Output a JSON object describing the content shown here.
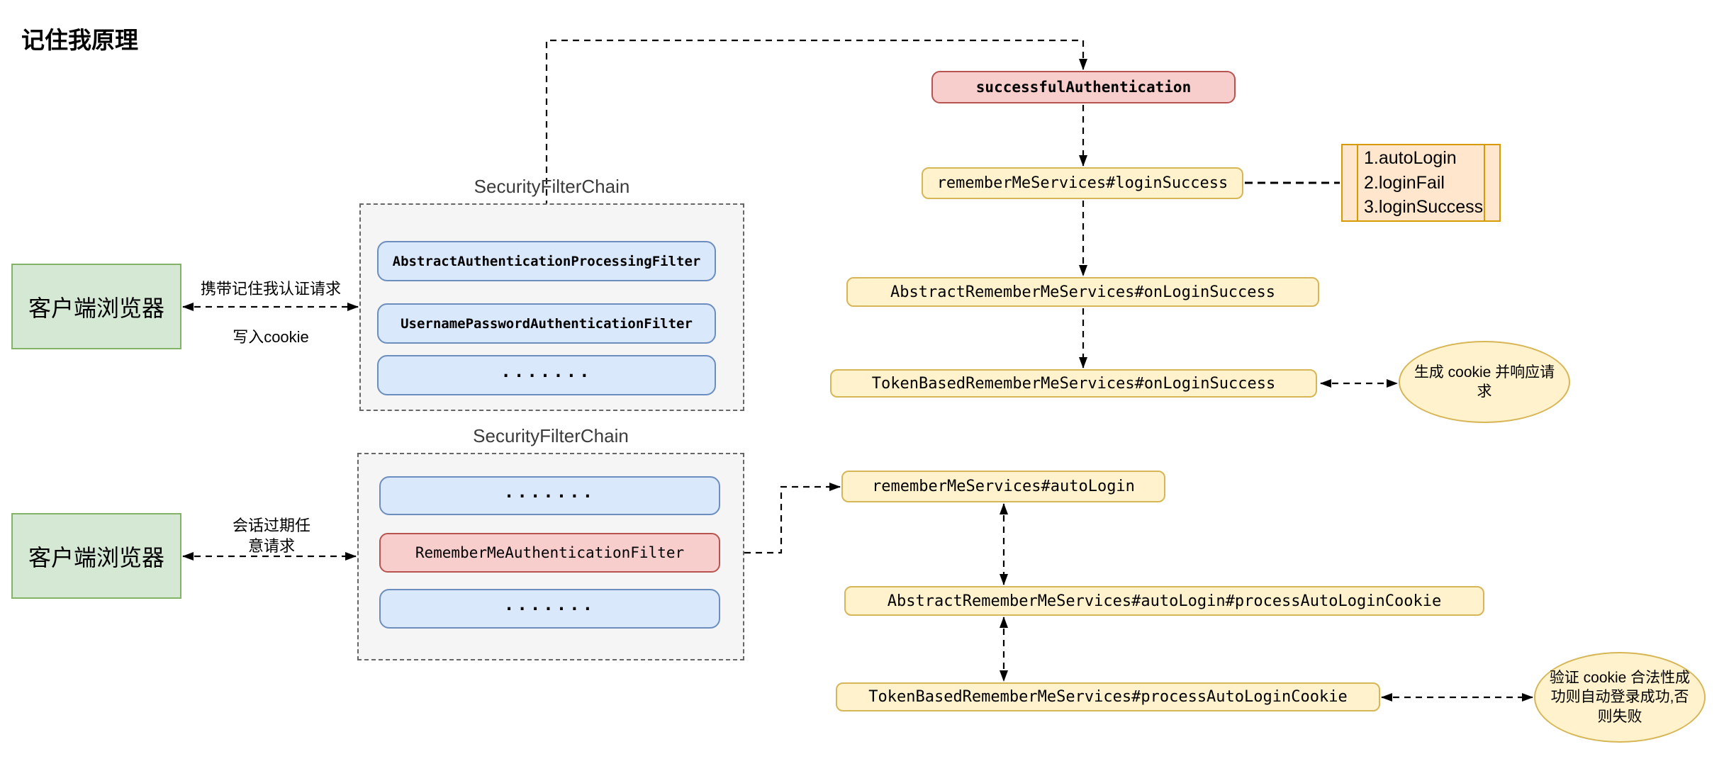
{
  "title": "记住我原理",
  "diagram": {
    "clients": {
      "client1": "客户端浏览器",
      "client2": "客户端浏览器"
    },
    "chain1": {
      "label": "SecurityFilterChain",
      "filter1": "AbstractAuthenticationProcessingFilter",
      "filter2": "UsernamePasswordAuthenticationFilter",
      "dots": "·······"
    },
    "chain2": {
      "label": "SecurityFilterChain",
      "dots_top": "·······",
      "filter": "RememberMeAuthenticationFilter",
      "dots_bottom": "·······"
    },
    "flow1": {
      "successful_authentication": "successfulAuthentication",
      "login_success": "rememberMeServices#loginSuccess",
      "methods_note": {
        "line1": "1.autoLogin",
        "line2": "2.loginFail",
        "line3": "3.loginSuccess"
      },
      "abstract_on_login_success": "AbstractRememberMeServices#onLoginSuccess",
      "token_on_login_success": "TokenBasedRememberMeServices#onLoginSuccess",
      "cookie_ellipse": "生成 cookie 并响应请求"
    },
    "flow2": {
      "auto_login": "rememberMeServices#autoLogin",
      "abstract_auto_login": "AbstractRememberMeServices#autoLogin#processAutoLoginCookie",
      "token_process_cookie": "TokenBasedRememberMeServices#processAutoLoginCookie",
      "verify_ellipse": "验证 cookie 合法性成功则自动登录成功,否则失败"
    },
    "edge_labels": {
      "carry_remember_me": "携带记住我认证请求",
      "write_cookie": "写入cookie",
      "session_expired": "会话过期任意请求"
    },
    "colors": {
      "green_fill": "#d5e8d4",
      "green_stroke": "#82b366",
      "blue_fill": "#dae8fc",
      "blue_stroke": "#6c8ebf",
      "red_fill": "#f8cecc",
      "red_stroke": "#b85450",
      "yellow_fill": "#fff2cc",
      "yellow_stroke": "#d6b656",
      "orange_fill": "#ffe6cc",
      "orange_stroke": "#d79b00",
      "container_fill": "#f5f5f5",
      "container_stroke": "#666666",
      "line": "#000000"
    }
  }
}
